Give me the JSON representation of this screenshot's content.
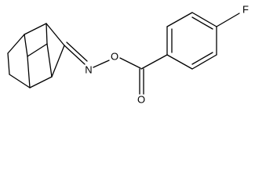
{
  "molecule": {
    "atom_labels": {
      "fluorine": "F",
      "imine_nitrogen": "N",
      "ester_oxygen": "O",
      "carbonyl_oxygen": "O"
    }
  },
  "colors": {
    "bond": "#000000",
    "label": "#000000",
    "background": "#ffffff"
  }
}
